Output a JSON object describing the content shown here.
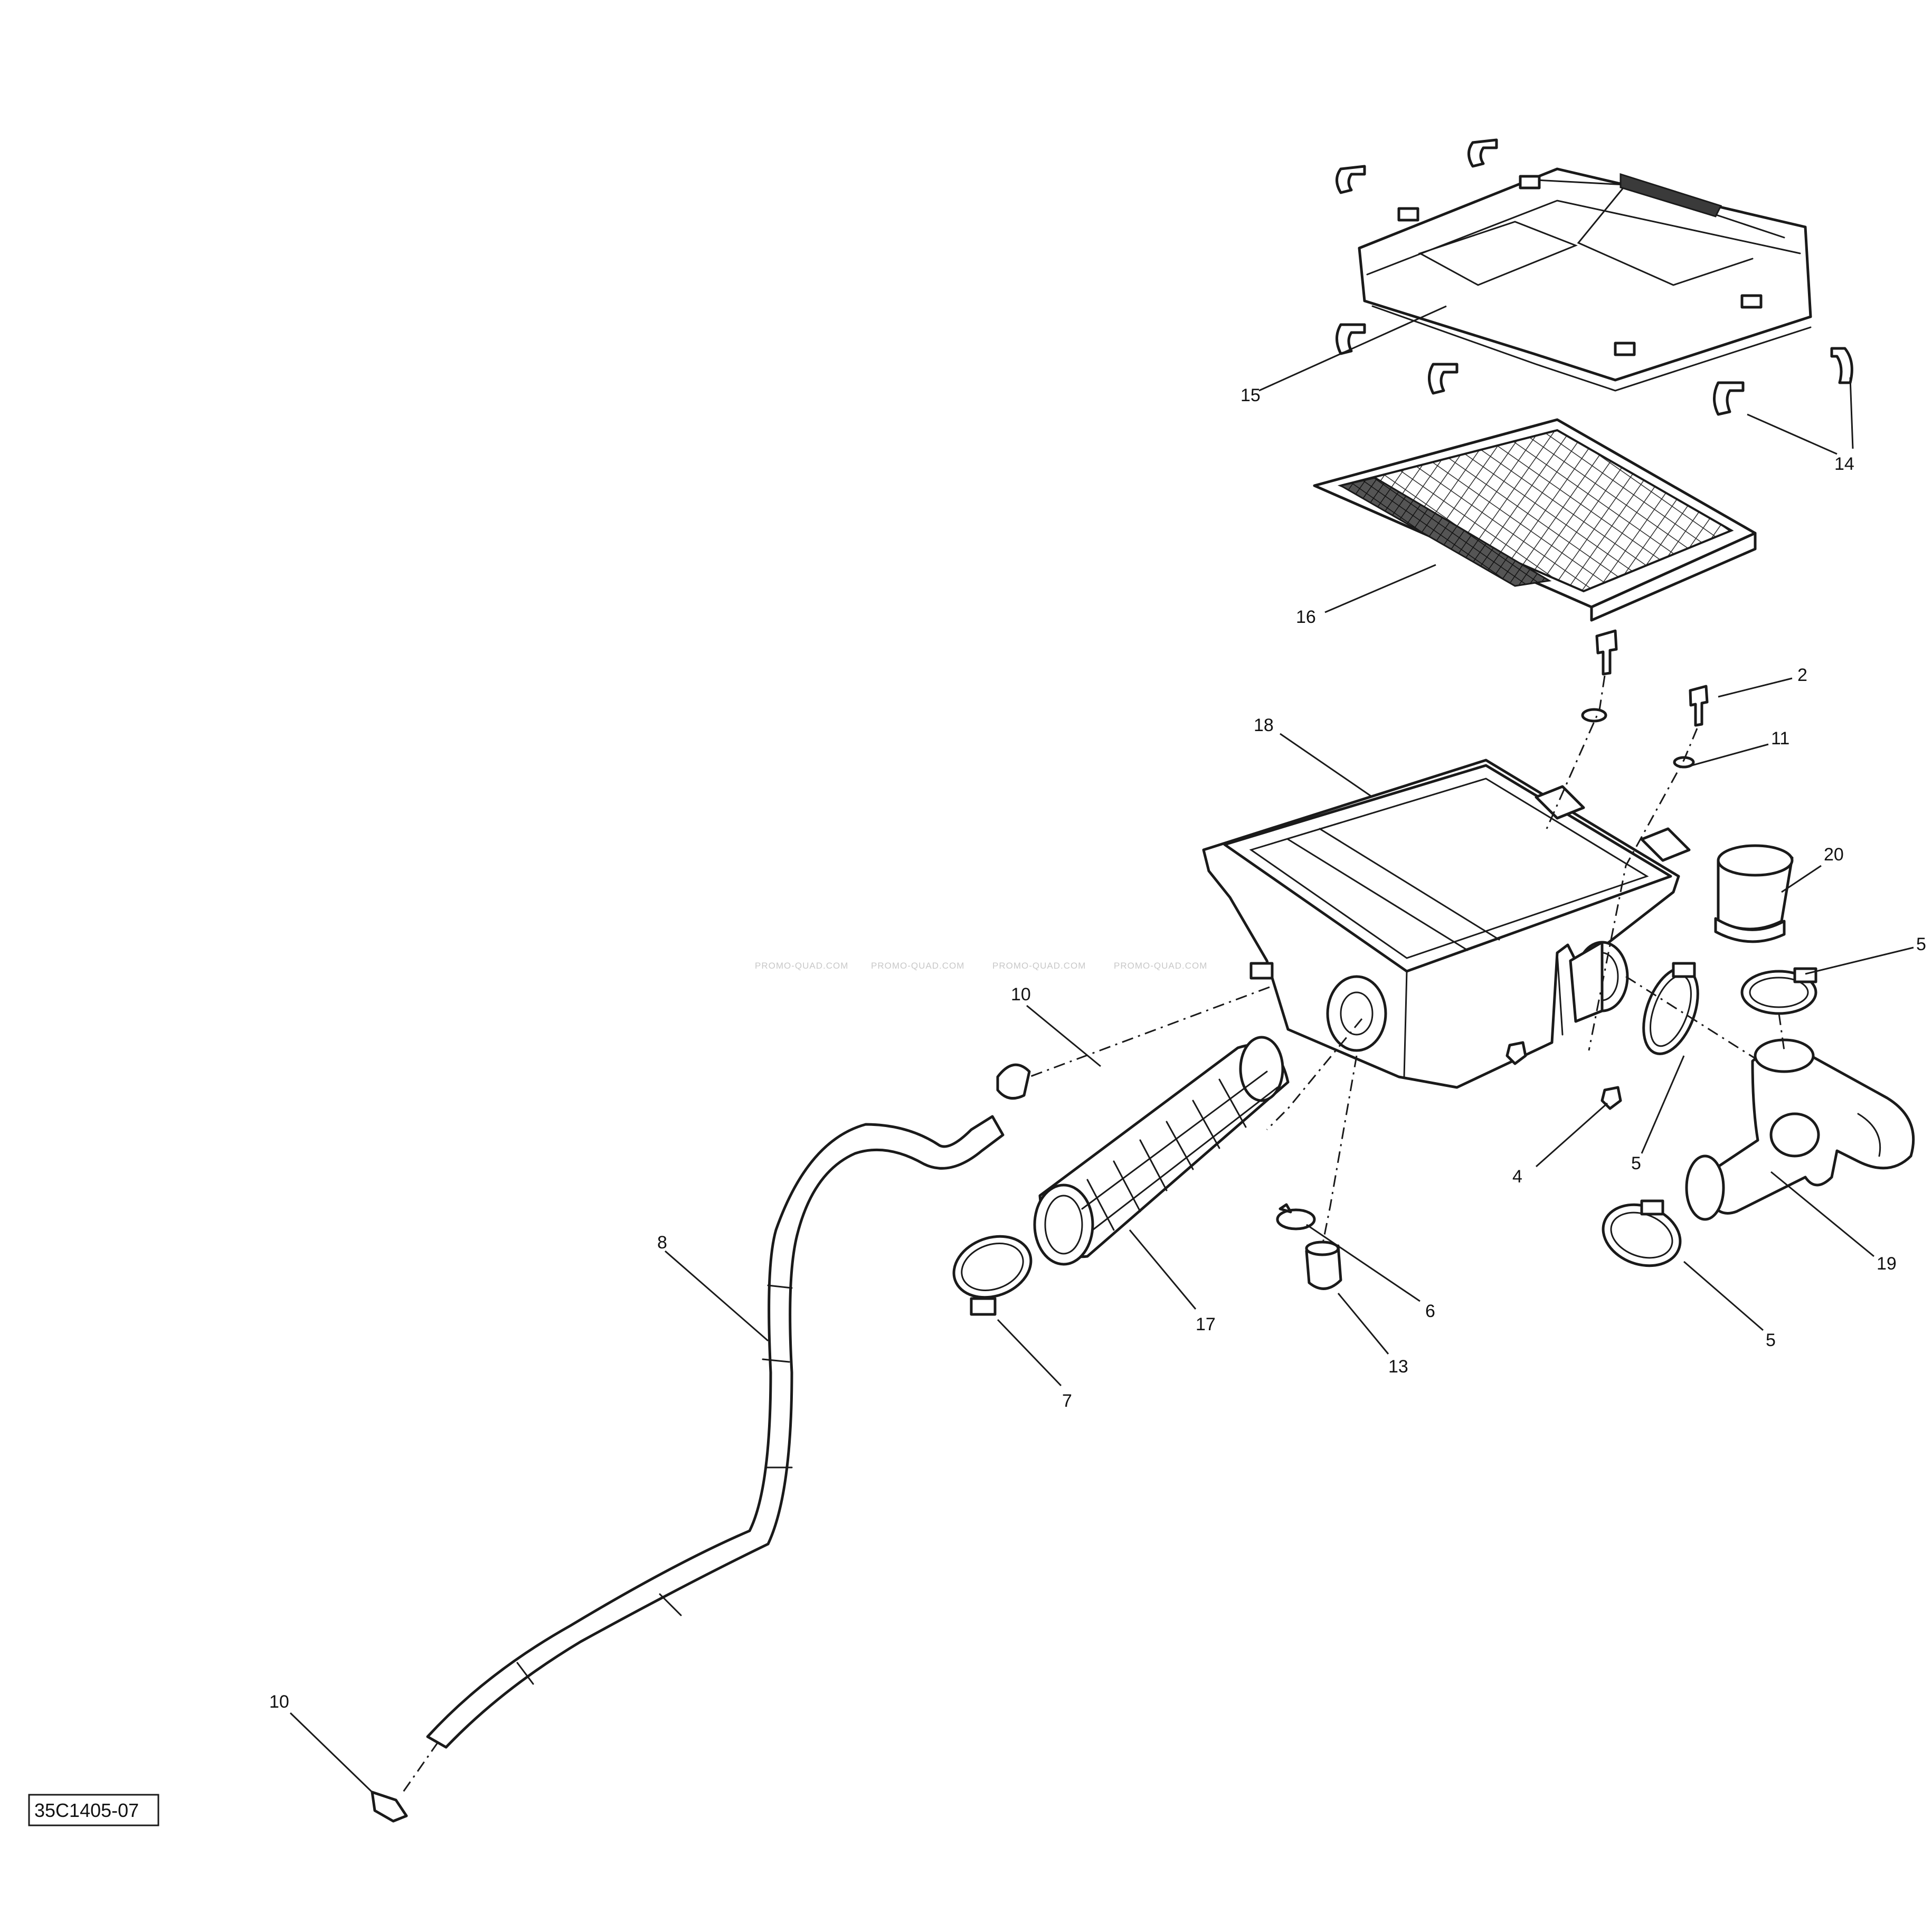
{
  "diagram_code": "35C1405-07",
  "watermark": [
    "PROMO-QUAD.COM",
    "PROMO-QUAD.COM",
    "PROMO-QUAD.COM",
    "PROMO-QUAD.COM"
  ],
  "callouts": {
    "c2": "2",
    "c4": "4",
    "c5a": "5",
    "c5b": "5",
    "c5c": "5",
    "c6": "6",
    "c7": "7",
    "c8": "8",
    "c10a": "10",
    "c10b": "10",
    "c11": "11",
    "c13": "13",
    "c14": "14",
    "c15": "15",
    "c16": "16",
    "c17": "17",
    "c18": "18",
    "c19": "19",
    "c20": "20"
  }
}
